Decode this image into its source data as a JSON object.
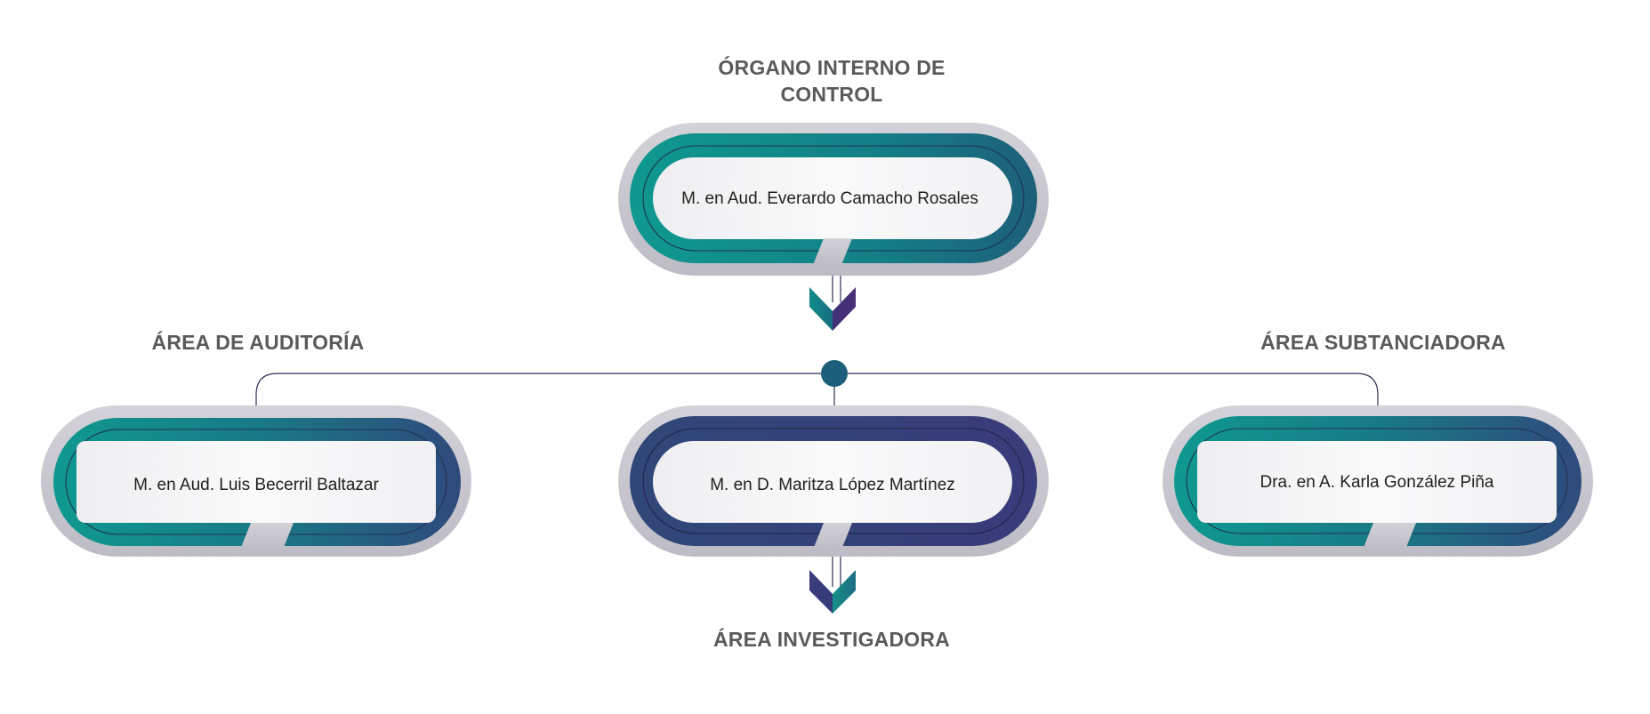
{
  "diagram": {
    "titles": {
      "top": "ÓRGANO INTERNO DE CONTROL",
      "left": "ÁREA DE AUDITORÍA",
      "right": "ÁREA SUBTANCIADORA",
      "bottom": "ÁREA INVESTIGADORA"
    },
    "nodes": {
      "top": "M. en Aud. Everardo Camacho Rosales",
      "left": "M. en Aud.  Luis Becerril Baltazar",
      "center": "M. en D. Maritza López Martínez",
      "right": "Dra. en A. Karla González Piña"
    },
    "colors": {
      "teal": "#0e8f8c",
      "navy": "#323d7a",
      "outer_ring": "#c7c6ce",
      "connector": "#2c3257",
      "title_text": "#5a5a5a"
    }
  }
}
